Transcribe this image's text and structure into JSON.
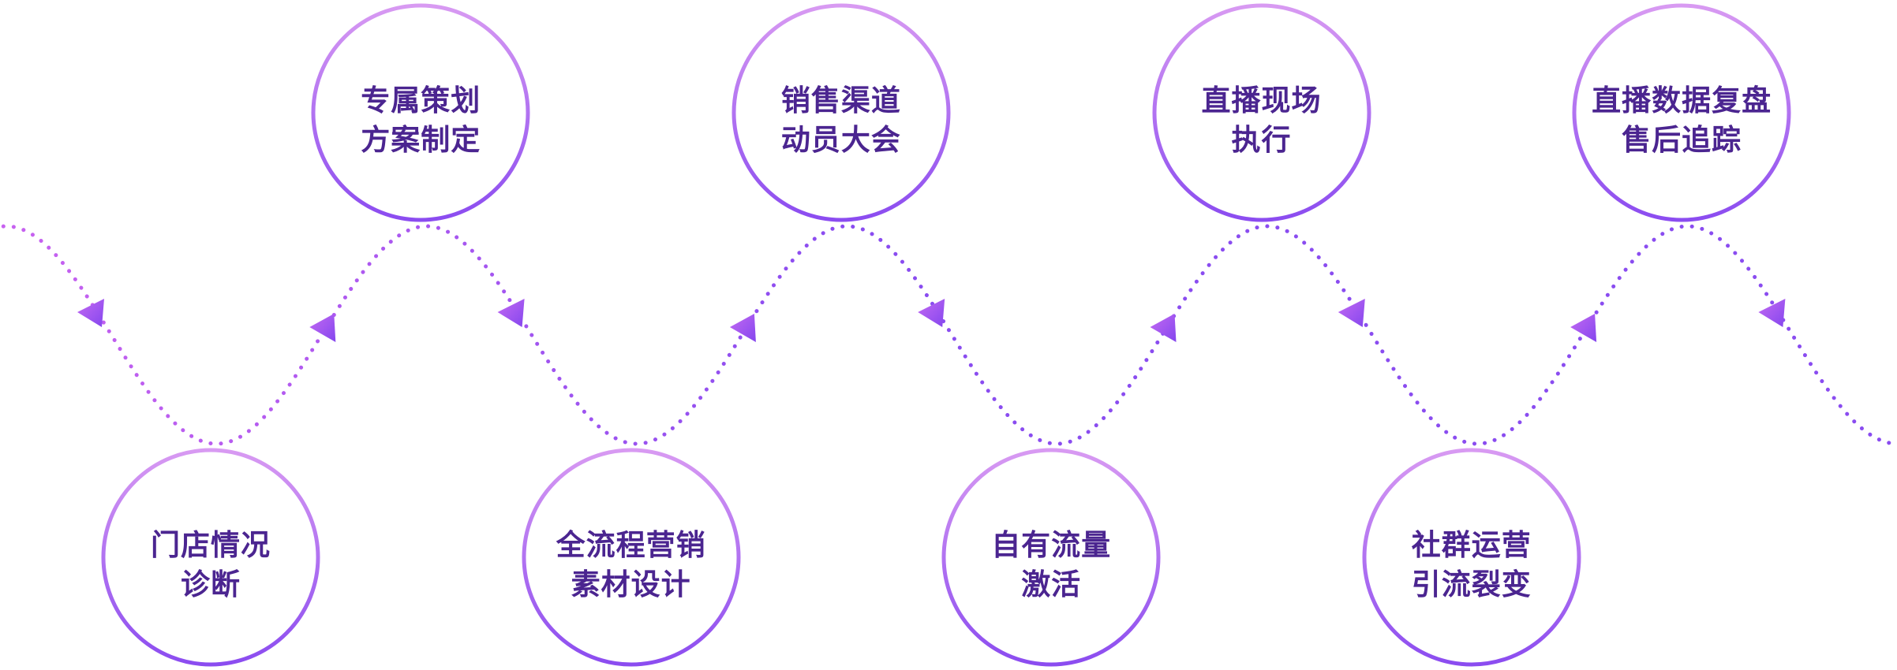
{
  "diagram": {
    "type": "process-flow",
    "colors": {
      "ring_top": "#d89af2",
      "ring_bottom": "#8b4cf0",
      "text": "#4b2590",
      "dots_start": "#c862f0",
      "dots_end": "#8a4cf0",
      "arrow_light": "#c46af2",
      "arrow_dark": "#8446ee"
    },
    "steps": [
      {
        "id": 1,
        "row": "bottom",
        "lines": [
          "门店情况",
          "诊断"
        ]
      },
      {
        "id": 2,
        "row": "top",
        "lines": [
          "专属策划",
          "方案制定"
        ]
      },
      {
        "id": 3,
        "row": "bottom",
        "lines": [
          "全流程营销",
          "素材设计"
        ]
      },
      {
        "id": 4,
        "row": "top",
        "lines": [
          "销售渠道",
          "动员大会"
        ]
      },
      {
        "id": 5,
        "row": "bottom",
        "lines": [
          "自有流量",
          "激活"
        ]
      },
      {
        "id": 6,
        "row": "top",
        "lines": [
          "直播现场",
          "执行"
        ]
      },
      {
        "id": 7,
        "row": "bottom",
        "lines": [
          "社群运营",
          "引流裂变"
        ]
      },
      {
        "id": 8,
        "row": "top",
        "lines": [
          "直播数据复盘",
          "售后追踪"
        ]
      }
    ],
    "connector": {
      "style": "dotted-wave",
      "arrow_direction": "left"
    }
  }
}
